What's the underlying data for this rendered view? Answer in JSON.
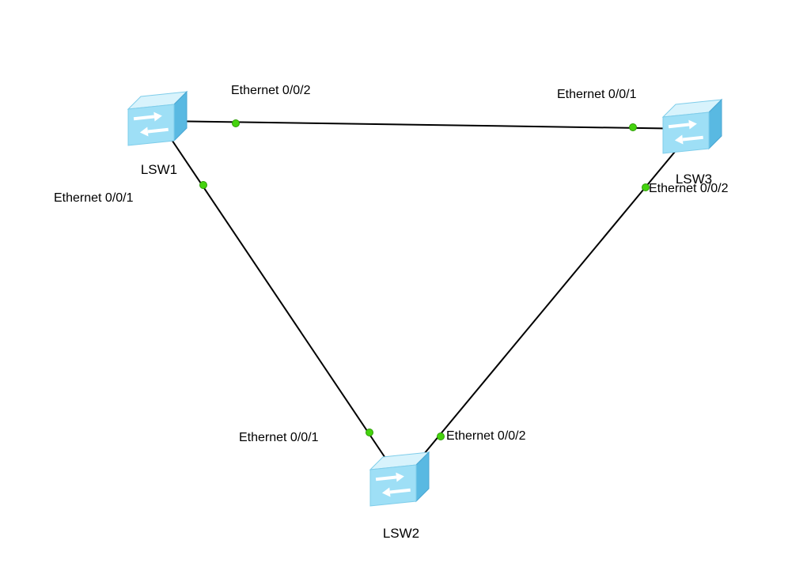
{
  "canvas": {
    "background": "#ffffff"
  },
  "colors": {
    "link": "#000000",
    "port_up": "#45d30e",
    "port_up_edge": "#2f9e07",
    "label_text": "#000000",
    "switch_front": "#9edff6",
    "switch_top": "#d8f3fc",
    "switch_side": "#59b9e2"
  },
  "devices": {
    "lsw1": {
      "label": "LSW1",
      "type": "switch"
    },
    "lsw2": {
      "label": "LSW2",
      "type": "switch"
    },
    "lsw3": {
      "label": "LSW3",
      "type": "switch"
    }
  },
  "links": {
    "lsw1_lsw3": {
      "from_device": "LSW1",
      "from_port": "Ethernet 0/0/2",
      "to_device": "LSW3",
      "to_port": "Ethernet 0/0/1",
      "status": "up"
    },
    "lsw1_lsw2": {
      "from_device": "LSW1",
      "from_port": "Ethernet 0/0/1",
      "to_device": "LSW2",
      "to_port": "Ethernet 0/0/1",
      "status": "up"
    },
    "lsw3_lsw2": {
      "from_device": "LSW3",
      "from_port": "Ethernet 0/0/2",
      "to_device": "LSW2",
      "to_port": "Ethernet 0/0/2",
      "status": "up"
    }
  }
}
